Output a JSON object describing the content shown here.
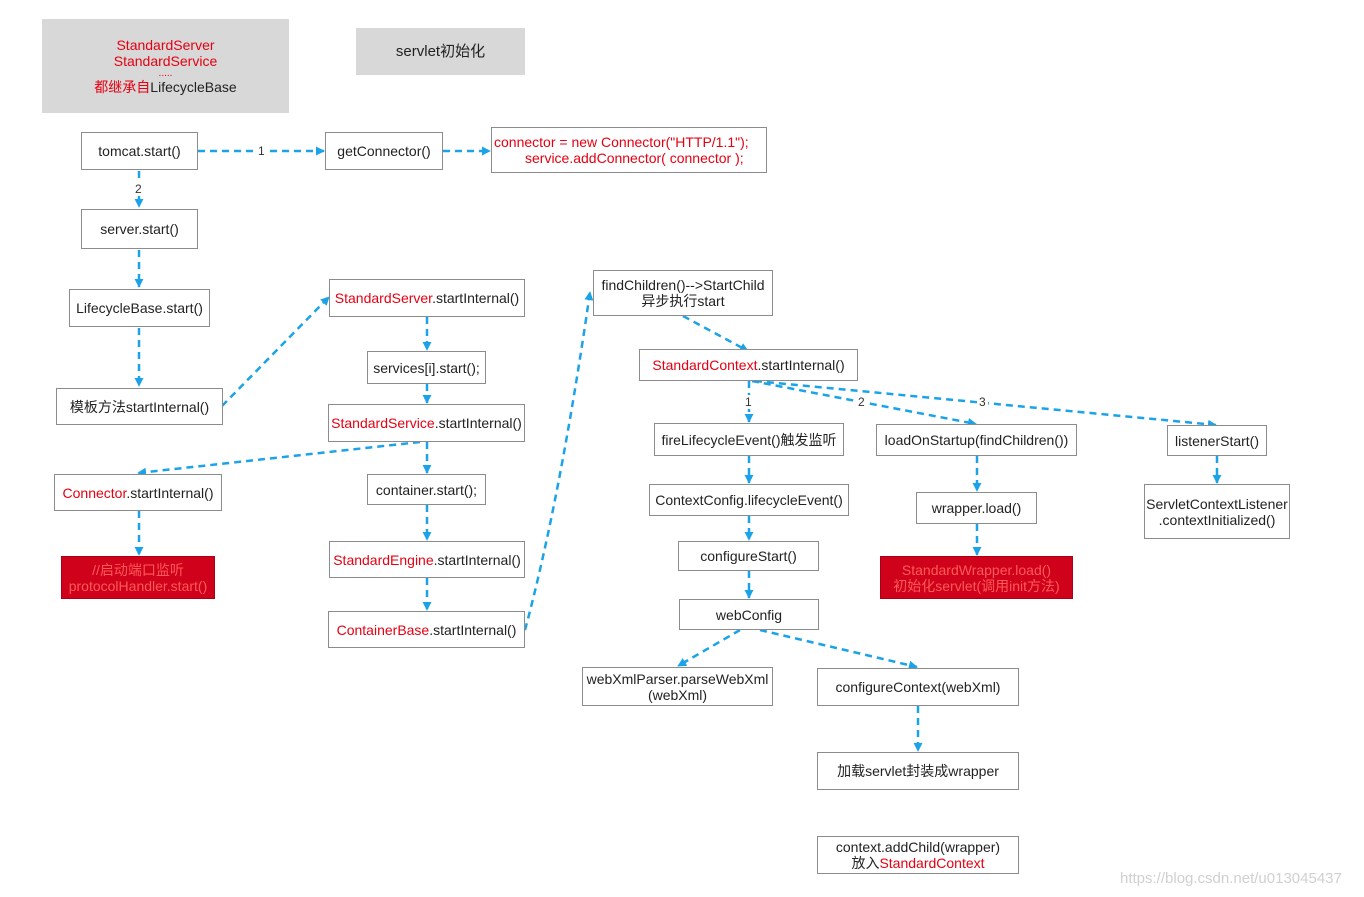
{
  "legend": {
    "line1": "StandardServer",
    "line2": "StandardService",
    "line3": ".....",
    "line4_red": "都继承自",
    "line4_black": "LifecycleBase"
  },
  "title": "servlet初始化",
  "nodes": {
    "tomcat_start": "tomcat.start()",
    "get_connector": "getConnector()",
    "new_connector_1": "connector = new Connector(\"HTTP/1.1\");",
    "new_connector_2": "service.addConnector( connector );",
    "server_start": "server.start()",
    "lifecyclebase_start": "LifecycleBase.start()",
    "template_method": "模板方法startInternal()",
    "standard_server_red": "StandardServer",
    "standard_server_black": ".startInternal()",
    "services_start": "services[i].start();",
    "standard_service_red": "StandardService",
    "standard_service_black": ".startInternal()",
    "connector_red": "Connector",
    "connector_black": ".startInternal()",
    "protocol_1": "//启动端口监听",
    "protocol_2": "protocolHandler.start()",
    "container_start": "container.start();",
    "standard_engine_red": "StandardEngine",
    "standard_engine_black": ".startInternal()",
    "container_base_red": "ContainerBase",
    "container_base_black": ".startInternal()",
    "find_children_1": "findChildren()-->StartChild",
    "find_children_2": "异步执行start",
    "standard_context_red": "StandardContext",
    "standard_context_black": ".startInternal()",
    "fire_lifecycle": "fireLifecycleEvent()触发监听",
    "load_on_startup": "loadOnStartup(findChildren())",
    "listener_start": "listenerStart()",
    "context_config": "ContextConfig.lifecycleEvent()",
    "wrapper_load": "wrapper.load()",
    "scl_1": "ServletContextListener",
    "scl_2": ".contextInitialized()",
    "configure_start": "configureStart()",
    "sw_load_1": "StandardWrapper.load()",
    "sw_load_2": "初始化servlet(调用init方法)",
    "web_config": "webConfig",
    "web_xml_parser_1": "webXmlParser.parseWebXml",
    "web_xml_parser_2": "(webXml)",
    "configure_context": "configureContext(webXml)",
    "load_servlet": "加载servlet封装成wrapper",
    "add_child_1": "context.addChild(wrapper)",
    "add_child_2_black": "放入",
    "add_child_2_red": "StandardContext"
  },
  "edge_labels": {
    "e1": "1",
    "e2": "2",
    "c1": "1",
    "c2": "2",
    "c3": "3"
  },
  "colors": {
    "edge": "#1aa3e8",
    "red_text": "#e60012",
    "red_fill": "#d0021b"
  },
  "watermark": "https://blog.csdn.net/u013045437"
}
